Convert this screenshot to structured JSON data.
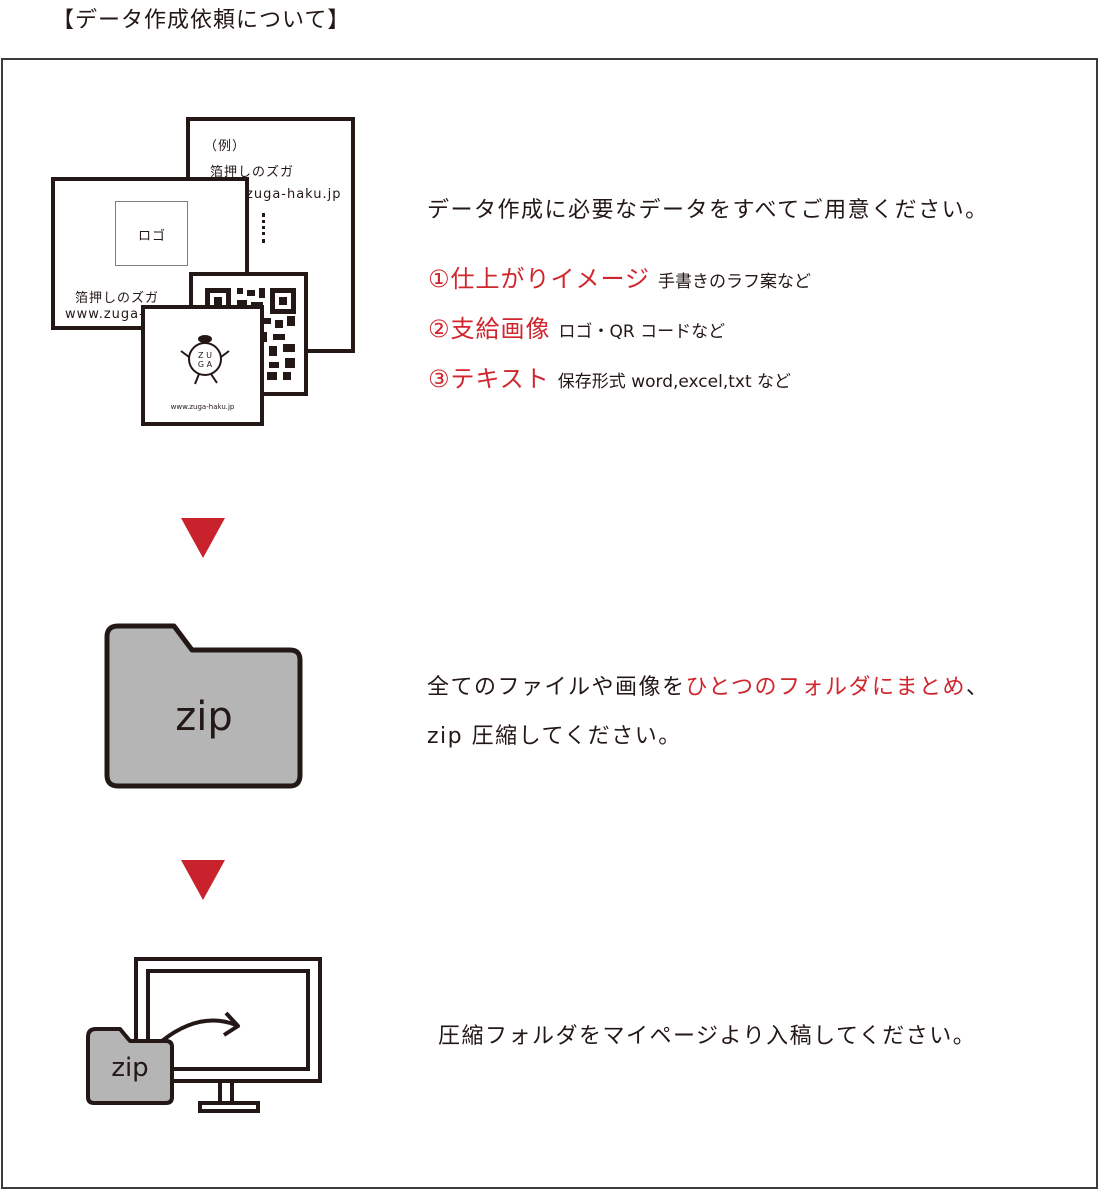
{
  "heading": "【データ作成依頼について】",
  "step1": {
    "intro": "データ作成に必要なデータをすべてご用意ください。",
    "items": [
      {
        "main": "①仕上がりイメージ",
        "sub": "手書きのラフ案など"
      },
      {
        "main": "②支給画像",
        "sub": "ロゴ・QR コードなど"
      },
      {
        "main": "③テキスト",
        "sub": "保存形式 word,excel,txt など"
      }
    ],
    "illustration": {
      "back_card": {
        "line1": "（例）",
        "line2": "箔押しのズガ",
        "line3": "zuga-haku.jp"
      },
      "front_card": {
        "logo_label": "ロゴ",
        "line1": "箔押しのズガ",
        "line2": "www.zuga-haku"
      },
      "logo_card": {
        "text": "ZUGA",
        "url": "www.zuga-haku.jp"
      }
    }
  },
  "step2": {
    "folder_label": "zip",
    "line1_prefix": "全てのファイルや画像を",
    "line1_highlight": "ひとつのフォルダにまとめ",
    "line1_suffix": "、",
    "line2": "zip 圧縮してください。"
  },
  "step3": {
    "folder_label": "zip",
    "text": "圧縮フォルダをマイページより入稿してください。"
  },
  "colors": {
    "accent": "#d0262e",
    "arrow": "#c8222c",
    "folder_fill": "#b5b5b6",
    "ink": "#231815"
  }
}
